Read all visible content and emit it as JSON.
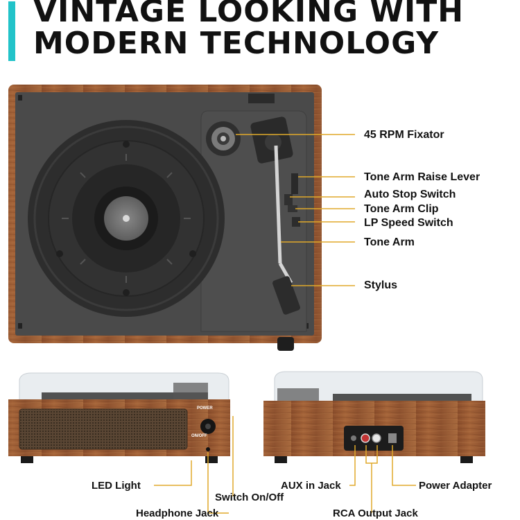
{
  "headline": {
    "line1": "VINTAGE LOOKING WITH",
    "line2": "MODERN TECHNOLOGY"
  },
  "callouts": {
    "fixator": "45 RPM Fixator",
    "raise_lever": "Tone Arm Raise Lever",
    "auto_stop": "Auto Stop Switch",
    "arm_clip": "Tone Arm Clip",
    "speed_switch": "LP Speed Switch",
    "tone_arm": "Tone Arm",
    "stylus": "Stylus"
  },
  "front_view": {
    "knob_text": "POWER",
    "switch_text": "ON/OFF",
    "led_light": "LED Light",
    "switch": "Switch On/Off",
    "headphone_jack": "Headphone Jack"
  },
  "rear_view": {
    "aux_jack": "AUX in Jack",
    "power_adapter": "Power Adapter",
    "rca_jack": "RCA Output Jack"
  },
  "colors": {
    "accent": "#22c3c9",
    "wood": "#9a5a33",
    "leader": "#e0a92a",
    "platter": "#2d2d2d",
    "deck": "#4a4a4a"
  }
}
